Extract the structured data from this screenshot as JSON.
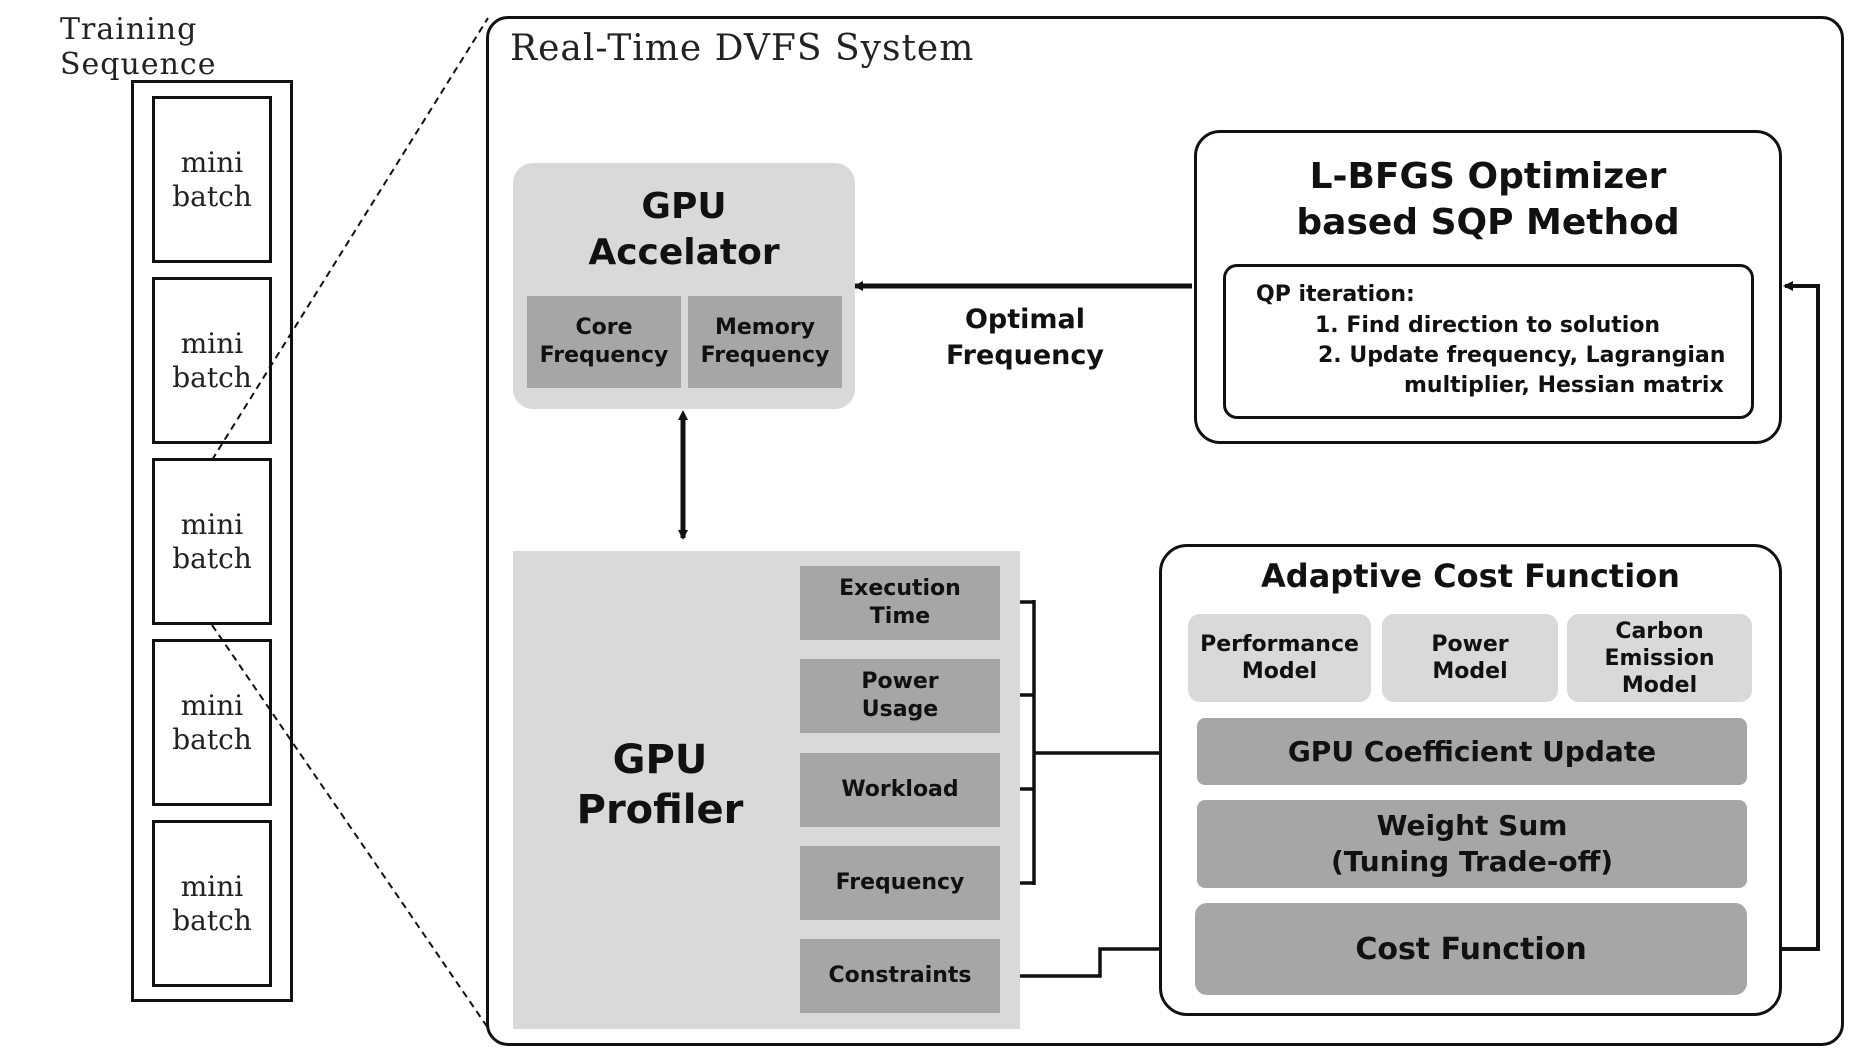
{
  "training": {
    "title": "Training Sequence",
    "batches": [
      "mini\nbatch",
      "mini\nbatch",
      "mini\nbatch",
      "mini\nbatch",
      "mini\nbatch"
    ]
  },
  "system": {
    "title": "Real-Time DVFS System"
  },
  "accelerator": {
    "title": "GPU\nAccelator",
    "core": "Core\nFrequency",
    "memory": "Memory\nFrequency"
  },
  "optimal_label": "Optimal\nFrequency",
  "optimizer": {
    "title": "L-BFGS Optimizer\nbased SQP Method",
    "qp_title": "QP iteration:",
    "step1": "1.  Find direction to solution",
    "step2a": "2.  Update frequency, Lagrangian",
    "step2b": "multiplier, Hessian matrix"
  },
  "profiler": {
    "title": "GPU\nProfiler",
    "items": [
      "Execution\nTime",
      "Power\nUsage",
      "Workload",
      "Frequency",
      "Constraints"
    ]
  },
  "cost": {
    "title": "Adaptive Cost Function",
    "models": [
      "Performance\nModel",
      "Power\nModel",
      "Carbon\nEmission\nModel"
    ],
    "coefficient": "GPU Coefficient Update",
    "weight": "Weight Sum\n(Tuning Trade-off)",
    "cost_fn": "Cost Function"
  }
}
